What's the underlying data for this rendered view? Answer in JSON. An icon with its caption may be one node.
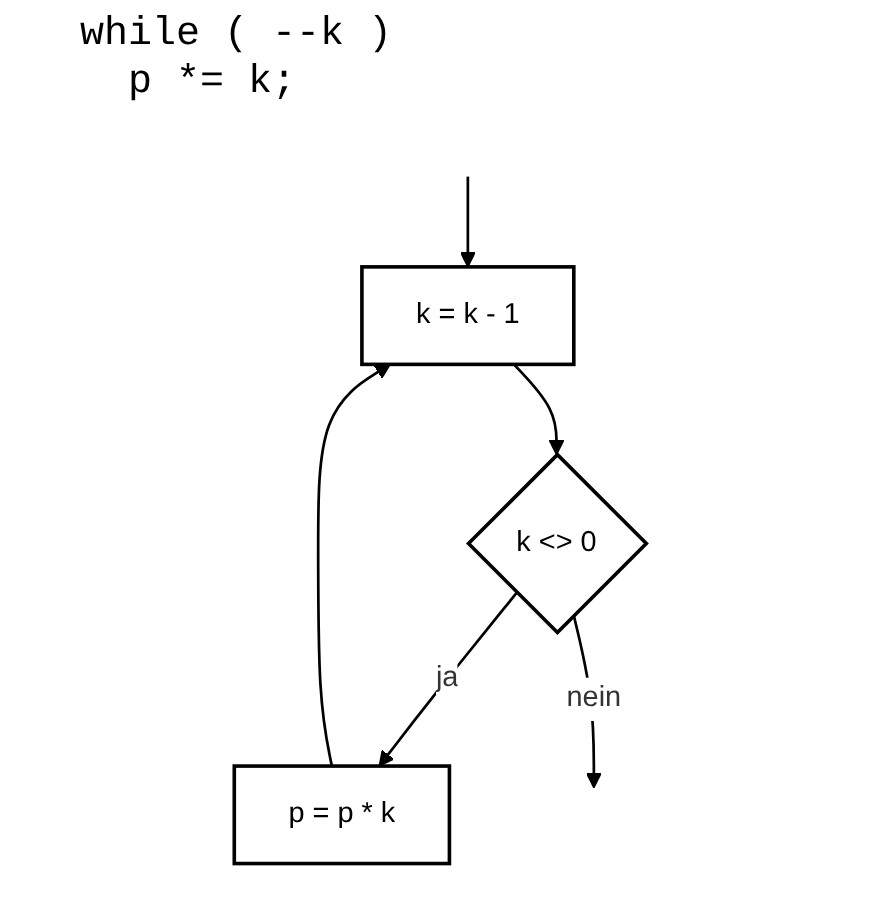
{
  "diagram": {
    "nodes": [
      {
        "text": [
          "k = k - 1"
        ]
      },
      {
        "text": [
          "p = p * k"
        ]
      },
      {
        "text": [
          "k <> 0"
        ]
      }
    ],
    "edges": [
      {
        "from": null,
        "to": 0,
        "arrow": "to"
      },
      {
        "from": 0,
        "to": 2,
        "arrow": "to"
      },
      {
        "from": 2,
        "to": 1,
        "arrow": "to",
        "label": "ja"
      },
      {
        "from": 1,
        "to": 0,
        "arrow": "to"
      },
      {
        "from": 2,
        "to": null,
        "arrow": "to",
        "label": "nein"
      }
    ],
    "labels": [
      "while ( --k )",
      "p *= k;"
    ]
  }
}
